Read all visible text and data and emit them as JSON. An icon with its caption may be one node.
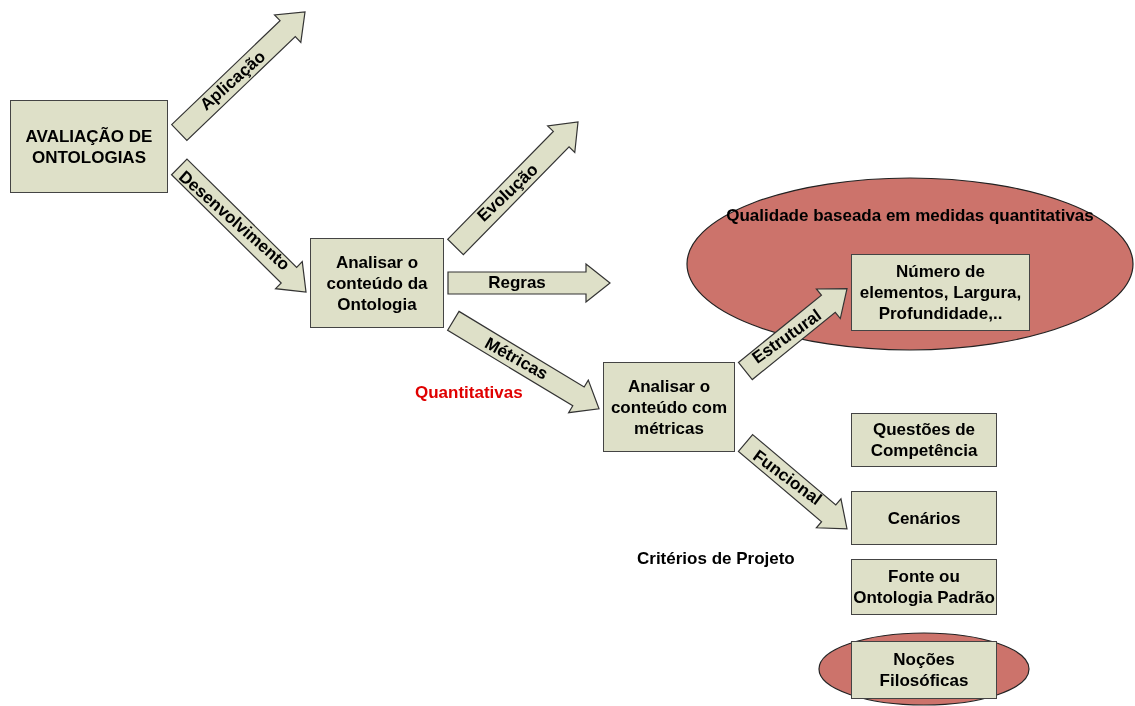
{
  "diagram": {
    "nodes": [
      {
        "text": [
          "AVALIAÇÃO DE ONTOLOGIAS"
        ]
      },
      {
        "text": [
          "Analisar o conteúdo da Ontologia"
        ]
      },
      {
        "text": [
          "Analisar o conteúdo com métricas"
        ]
      },
      {
        "text": [
          "Qualidade baseada em medidas quantitativas"
        ]
      },
      {
        "text": [
          "Número de elementos, Largura, Profundidade,.."
        ],
        "in": 3
      },
      {
        "text": [
          "Questões de Competência"
        ]
      },
      {
        "text": [
          "Cenários"
        ]
      },
      {
        "text": [
          "Fonte ou Ontologia Padrão"
        ]
      },
      {
        "text": [],
        "shape": "ellipse"
      },
      {
        "text": [
          "Noções Filosóficas"
        ],
        "in": 8
      }
    ],
    "edges": [
      {
        "from": 0,
        "to": null,
        "arrow": "to",
        "label": "Aplicação"
      },
      {
        "from": 0,
        "to": 1,
        "arrow": "to",
        "label": "Desenvolvimento"
      },
      {
        "from": 1,
        "to": null,
        "arrow": "to",
        "label": "Evolução"
      },
      {
        "from": 1,
        "to": null,
        "arrow": "to",
        "label": "Regras"
      },
      {
        "from": 1,
        "to": 2,
        "arrow": "to",
        "label": "Métricas"
      },
      {
        "from": 2,
        "to": 4,
        "arrow": "to",
        "label": "Estrutural"
      },
      {
        "from": 2,
        "to": 6,
        "arrow": "to",
        "label": "Funcional"
      }
    ],
    "labels": [
      "Quantitativas",
      "Critérios de Projeto"
    ]
  }
}
